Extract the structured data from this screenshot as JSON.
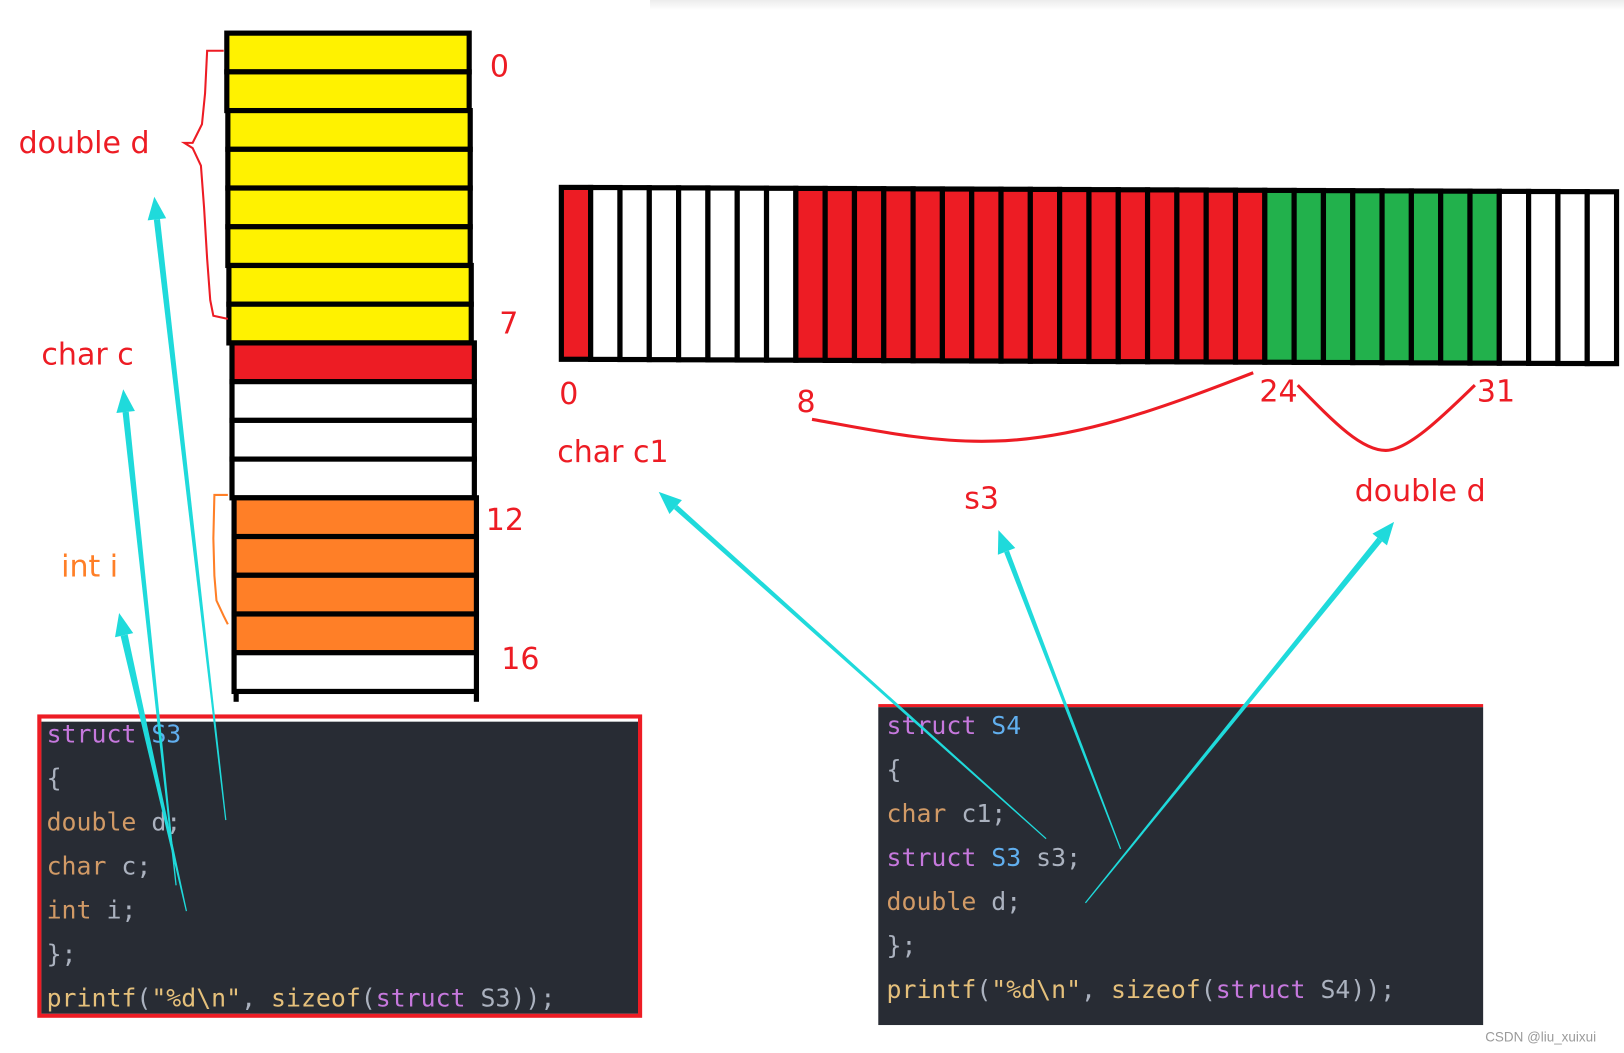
{
  "colors": {
    "yellow": "#fff200",
    "red": "#ed1c24",
    "orange": "#ff7f27",
    "green": "#22b14c",
    "white": "#ffffff",
    "border": "#000000",
    "arrow": "#1fdadb",
    "code_bg": "#282c34",
    "code_keyword": "#c678dd",
    "code_type": "#d19a66",
    "code_ident": "#abb2bf",
    "code_struct_name": "#61afef",
    "code_func": "#e5c07b",
    "code_string": "#e5c07b"
  },
  "s3_layout": {
    "cells": [
      "yellow",
      "yellow",
      "yellow",
      "yellow",
      "yellow",
      "yellow",
      "yellow",
      "yellow",
      "red",
      "white",
      "white",
      "white",
      "orange",
      "orange",
      "orange",
      "orange",
      "white"
    ],
    "offset_labels": [
      "0",
      "7",
      "12",
      "16"
    ],
    "member_labels": {
      "double_d": "double d",
      "char_c": "char c",
      "int_i": "int i"
    }
  },
  "s4_layout": {
    "cells": [
      "red",
      "white",
      "white",
      "white",
      "white",
      "white",
      "white",
      "white",
      "red",
      "red",
      "red",
      "red",
      "red",
      "red",
      "red",
      "red",
      "red",
      "red",
      "red",
      "red",
      "red",
      "red",
      "red",
      "red",
      "green",
      "green",
      "green",
      "green",
      "green",
      "green",
      "green",
      "green",
      "white",
      "white",
      "white",
      "white"
    ],
    "offset_labels": [
      "0",
      "8",
      "24",
      "31"
    ],
    "member_labels": {
      "char_c1": "char c1",
      "s3": "s3",
      "double_d": "double d"
    }
  },
  "code_s3": {
    "lines": [
      [
        {
          "t": "struct ",
          "c": "code_keyword"
        },
        {
          "t": "S3",
          "c": "code_struct_name"
        }
      ],
      [
        {
          "t": "{",
          "c": "code_ident"
        }
      ],
      [
        {
          "t": "    double ",
          "c": "code_type"
        },
        {
          "t": "d;",
          "c": "code_ident"
        }
      ],
      [
        {
          "t": "    char ",
          "c": "code_type"
        },
        {
          "t": "c;",
          "c": "code_ident"
        }
      ],
      [
        {
          "t": "    int ",
          "c": "code_type"
        },
        {
          "t": "i;",
          "c": "code_ident"
        }
      ],
      [
        {
          "t": "};",
          "c": "code_ident"
        }
      ],
      [
        {
          "t": "printf",
          "c": "code_func"
        },
        {
          "t": "(",
          "c": "code_ident"
        },
        {
          "t": "\"%d\\n\"",
          "c": "code_string"
        },
        {
          "t": ", ",
          "c": "code_ident"
        },
        {
          "t": "sizeof",
          "c": "code_func"
        },
        {
          "t": "(",
          "c": "code_ident"
        },
        {
          "t": "struct",
          "c": "code_keyword"
        },
        {
          "t": " S3));",
          "c": "code_ident"
        }
      ]
    ]
  },
  "code_s4": {
    "lines": [
      [
        {
          "t": "struct ",
          "c": "code_keyword"
        },
        {
          "t": "S4",
          "c": "code_struct_name"
        }
      ],
      [
        {
          "t": "{",
          "c": "code_ident"
        }
      ],
      [
        {
          "t": "    char ",
          "c": "code_type"
        },
        {
          "t": "c1;",
          "c": "code_ident"
        }
      ],
      [
        {
          "t": "    struct ",
          "c": "code_keyword"
        },
        {
          "t": "S3 ",
          "c": "code_struct_name"
        },
        {
          "t": "s3;",
          "c": "code_ident"
        }
      ],
      [
        {
          "t": "    double ",
          "c": "code_type"
        },
        {
          "t": "d;",
          "c": "code_ident"
        }
      ],
      [
        {
          "t": "};",
          "c": "code_ident"
        }
      ],
      [
        {
          "t": "printf",
          "c": "code_func"
        },
        {
          "t": "(",
          "c": "code_ident"
        },
        {
          "t": "\"%d\\n\"",
          "c": "code_string"
        },
        {
          "t": ", ",
          "c": "code_ident"
        },
        {
          "t": "sizeof",
          "c": "code_func"
        },
        {
          "t": "(",
          "c": "code_ident"
        },
        {
          "t": "struct",
          "c": "code_keyword"
        },
        {
          "t": " S4));",
          "c": "code_ident"
        }
      ]
    ]
  },
  "watermark": "CSDN @liu_xuixui"
}
